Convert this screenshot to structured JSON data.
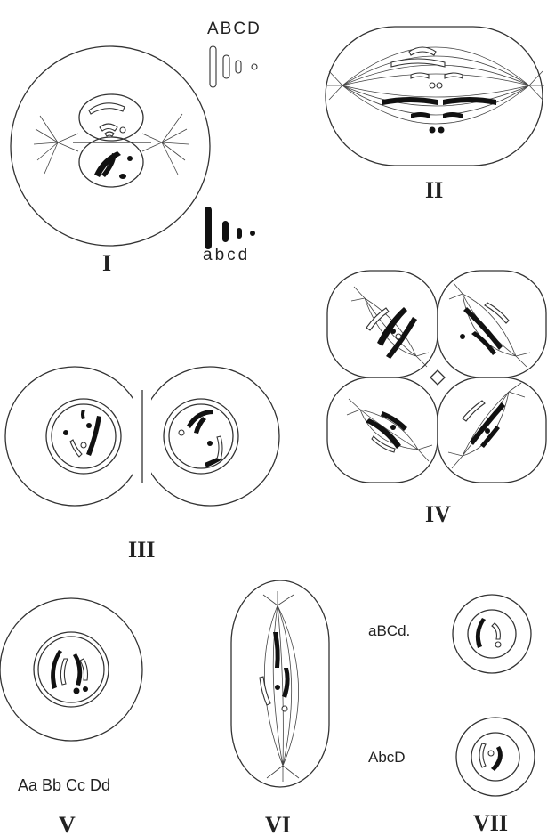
{
  "labels": {
    "upper_genes": "ABCD",
    "lower_genes": "abcd",
    "fig1": "I",
    "fig2": "II",
    "fig3": "III",
    "fig4": "IV",
    "fig5": "V",
    "fig6": "VI",
    "fig7": "VII",
    "genotype_parent": "Aa Bb Cc Dd",
    "gamete_top": "aBCd.",
    "gamete_bottom": "AbcD"
  },
  "colors": {
    "line": "#333333",
    "chromosome_dark": "#111111",
    "background": "#ffffff"
  }
}
